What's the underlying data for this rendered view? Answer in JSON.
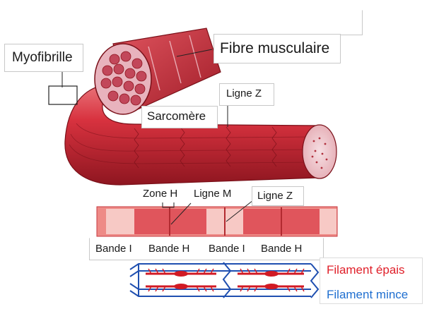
{
  "labels": {
    "myofibrille": "Myofibrille",
    "fibre_musculaire": "Fibre musculaire",
    "sarcomere": "Sarcomère",
    "ligne_z_top": "Ligne Z",
    "zone_h": "Zone H",
    "ligne_m": "Ligne M",
    "ligne_z_bottom": "Ligne Z",
    "bande_i_1": "Bande I",
    "bande_h_1": "Bande H",
    "bande_i_2": "Bande I",
    "bande_h_2": "Bande H"
  },
  "legend": {
    "thick": "Filament épais",
    "thin": "Filament mince"
  },
  "colors": {
    "muscle": "#d8323f",
    "muscle_dark": "#8e1620",
    "muscle_light": "#f2b0b0",
    "band_pale": "#f7c9c5",
    "thick_filament": "#d11a24",
    "thin_filament": "#1f4fb0",
    "legend_thick_text": "#e0202a",
    "legend_thin_text": "#1f6fd0"
  }
}
